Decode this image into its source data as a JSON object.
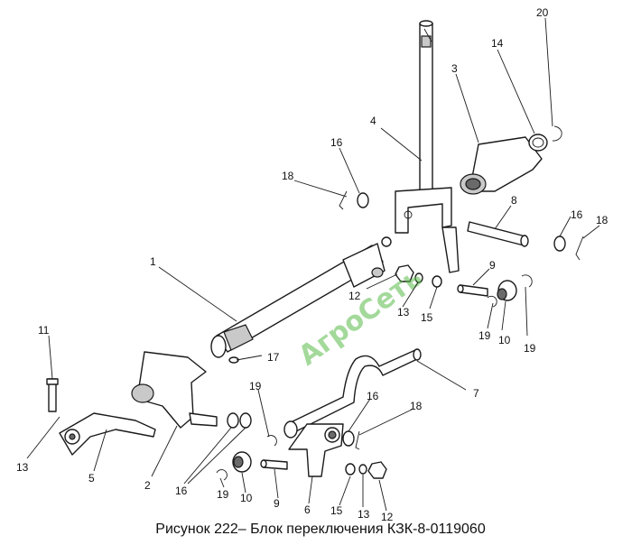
{
  "caption": "Рисунок 222– Блок переключения КЗК-8-0119060",
  "watermark": "АгроСеть",
  "callouts": {
    "c1": "1",
    "c2": "2",
    "c3": "3",
    "c4": "4",
    "c5": "5",
    "c6": "6",
    "c7": "7",
    "c8": "8",
    "c9a": "9",
    "c9b": "9",
    "c10a": "10",
    "c10b": "10",
    "c11": "11",
    "c12a": "12",
    "c12b": "12",
    "c13a": "13",
    "c13b": "13",
    "c13c": "13",
    "c14": "14",
    "c15a": "15",
    "c15b": "15",
    "c16a": "16",
    "c16b": "16",
    "c16c": "16",
    "c16d": "16",
    "c17": "17",
    "c18a": "18",
    "c18b": "18",
    "c18c": "18",
    "c19a": "19",
    "c19b": "19",
    "c19c": "19",
    "c19d": "19",
    "c20": "20"
  },
  "colors": {
    "line": "#1a1a1a",
    "watermark": "#57b947",
    "background": "#ffffff"
  }
}
